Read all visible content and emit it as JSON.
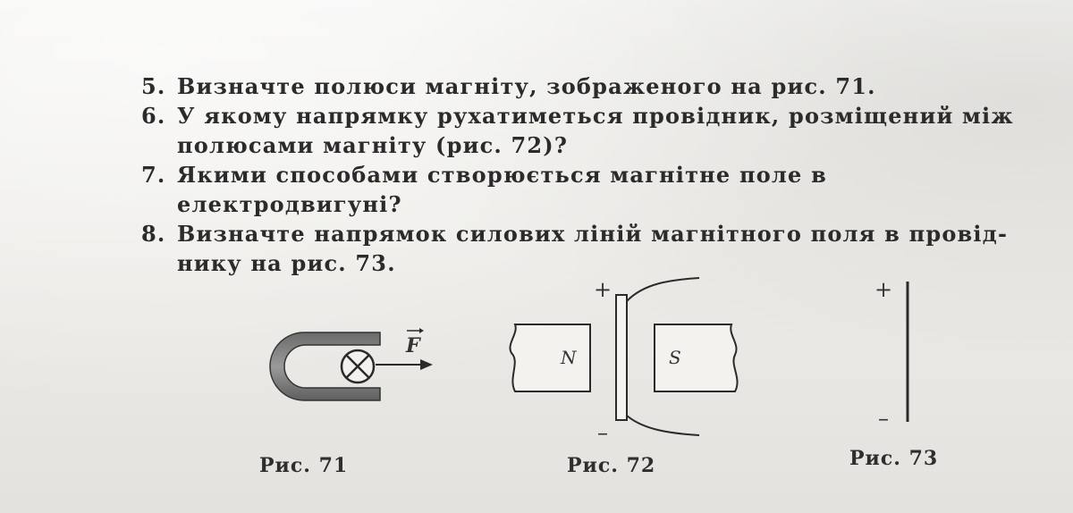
{
  "questions": [
    {
      "number": "5.",
      "lines": [
        "Визначте полюси магніту, зображеного на рис. 71."
      ]
    },
    {
      "number": "6.",
      "lines": [
        "У якому напрямку рухатиметься провідник, розміщений між",
        "полюсами магніту (рис. 72)?"
      ]
    },
    {
      "number": "7.",
      "lines": [
        "Якими способами створюється магнітне поле в електродвигуні?"
      ]
    },
    {
      "number": "8.",
      "lines": [
        "Визначте напрямок силових ліній магнітного поля в провід-",
        "нику на рис. 73."
      ]
    }
  ],
  "figures": {
    "fig71": {
      "caption": "Рис. 71",
      "force_label": "F"
    },
    "fig72": {
      "caption": "Рис. 72",
      "pole_left": "N",
      "pole_right": "S",
      "plus": "+",
      "minus": "–"
    },
    "fig73": {
      "caption": "Рис. 73",
      "plus": "+",
      "minus": "–"
    }
  }
}
